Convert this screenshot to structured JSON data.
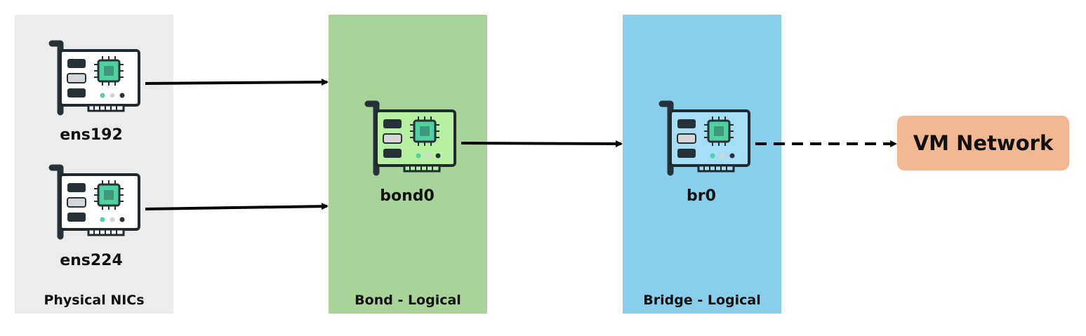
{
  "panels": {
    "physical": {
      "caption": "Physical NICs"
    },
    "bond": {
      "caption": "Bond - Logical"
    },
    "bridge": {
      "caption": "Bridge - Logical"
    }
  },
  "interfaces": {
    "ens192": {
      "label": "ens192",
      "card_color": "#ffffff"
    },
    "ens224": {
      "label": "ens224",
      "card_color": "#ffffff"
    },
    "bond0": {
      "label": "bond0",
      "card_color": "#b8f0a3"
    },
    "br0": {
      "label": "br0",
      "card_color": "#a6dff5"
    }
  },
  "destination": {
    "label": "VM Network",
    "color": "#f2b894"
  },
  "connections": [
    {
      "from": "ens192",
      "to": "bond0",
      "style": "solid"
    },
    {
      "from": "ens224",
      "to": "bond0",
      "style": "solid"
    },
    {
      "from": "bond0",
      "to": "br0",
      "style": "solid"
    },
    {
      "from": "br0",
      "to": "VM Network",
      "style": "dashed"
    }
  ]
}
